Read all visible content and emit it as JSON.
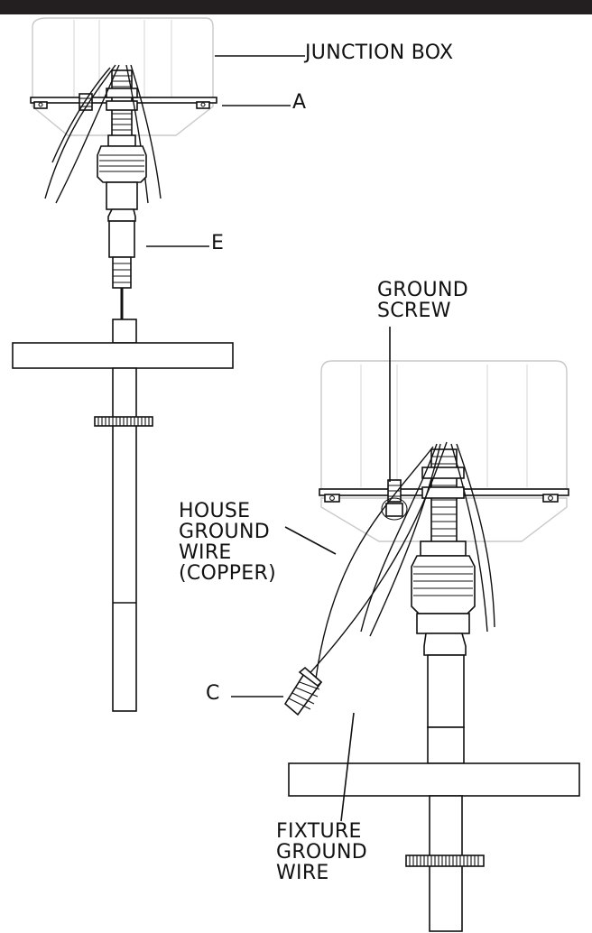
{
  "labels": {
    "junction_box": "JUNCTION BOX",
    "a": "A",
    "e": "E",
    "ground_screw": [
      "GROUND",
      "SCREW"
    ],
    "house_ground_wire": [
      "HOUSE",
      "GROUND",
      "WIRE",
      "(COPPER)"
    ],
    "c": "C",
    "fixture_ground_wire": [
      "FIXTURE",
      "GROUND",
      "WIRE"
    ]
  },
  "colors": {
    "line": "#111111",
    "box_outline": "#c9c9c9",
    "top_bar": "#231f20"
  }
}
